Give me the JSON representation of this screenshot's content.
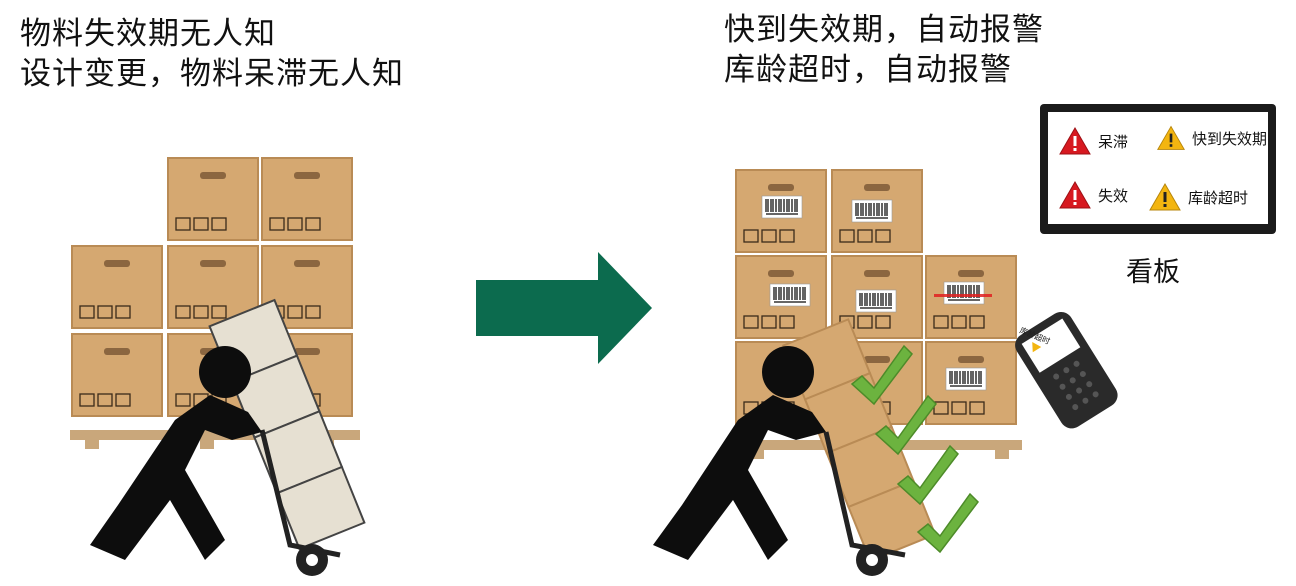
{
  "left_panel": {
    "caption_line1": "物料失效期无人知",
    "caption_line2": "设计变更，物料呆滞无人知"
  },
  "right_panel": {
    "caption_line1": "快到失效期，自动报警",
    "caption_line2": "库龄超时，自动报警"
  },
  "dashboard": {
    "caption": "看板",
    "alerts": [
      {
        "label": "呆滞",
        "level": "red"
      },
      {
        "label": "快到失效期",
        "level": "yellow"
      },
      {
        "label": "失效",
        "level": "red"
      },
      {
        "label": "库龄超时",
        "level": "yellow"
      }
    ]
  },
  "scanner": {
    "screen_text": "库龄超时"
  },
  "colors": {
    "arrow": "#0c6b4e",
    "box": "#d5a871",
    "box_edge": "#b98b55",
    "alert_red": "#d71920",
    "alert_yellow": "#f3b510",
    "checkmark": "#6cb33f"
  }
}
